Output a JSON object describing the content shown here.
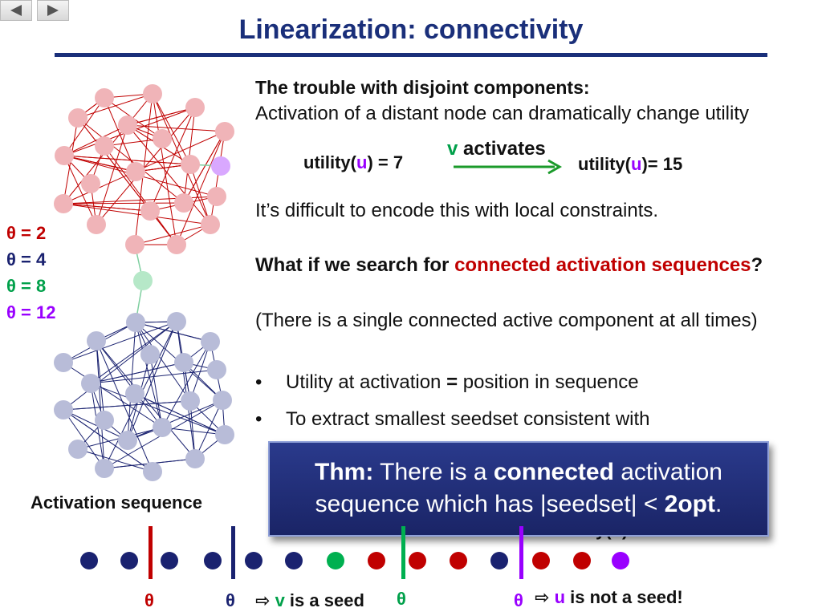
{
  "nav": {
    "prev_symbol": "◀",
    "next_symbol": "▶"
  },
  "slide": {
    "title": "Linearization: connectivity",
    "heading": "The trouble with disjoint components:",
    "para1": "Activation of a distant node can dramatically change utility",
    "utility_left_pre": "utility(",
    "utility_left_u": "u",
    "utility_left_post": ") = 7",
    "arrow_v": "v",
    "arrow_label": " activates",
    "utility_right_pre": "utility(",
    "utility_right_u": "u",
    "utility_right_post": ")= 15",
    "para2": "It’s difficult to encode this with local constraints.",
    "question_pre": "What if we search for ",
    "question_highlight": "connected activation sequences",
    "question_post": "?",
    "paren": "(There is a single connected active component at all times)",
    "bullets": [
      {
        "pre": "Utility at activation ",
        "bold": "=",
        "post": " position in sequence"
      },
      {
        "pre": "To extract smallest seedset consistent with",
        "bold": "",
        "post": ""
      }
    ],
    "bullet_char": "•",
    "hidden_fragment": "y(u)"
  },
  "thresholds": [
    {
      "label": "θ = 2",
      "color": "#c00000"
    },
    {
      "label": "θ = 4",
      "color": "#1a2270"
    },
    {
      "label": "θ = 8",
      "color": "#00a04a"
    },
    {
      "label": "θ = 12",
      "color": "#9900ff"
    }
  ],
  "theorem": {
    "label": "Thm:",
    "pre": " There is a ",
    "bold": "connected",
    "mid": " activation",
    "line2_pre": "sequence which has |seedset| < ",
    "line2_bold": "2opt",
    "line2_post": "."
  },
  "sequence": {
    "label": "Activation sequence",
    "dot_colors": [
      "#1a2270",
      "#1a2270",
      "#1a2270",
      "#1a2270",
      "#1a2270",
      "#1a2270",
      "#00b050",
      "#c00000",
      "#c00000",
      "#c00000",
      "#1a2270",
      "#c00000",
      "#c00000",
      "#9900ff"
    ],
    "bar_colors": [
      "#c00000",
      "#1a2270",
      "#00b050",
      "#9900ff"
    ],
    "theta_symbol": "θ",
    "seed_arrow": "⇨",
    "seed_v": "v",
    "seed_text": " is a seed",
    "notseed_u": "u",
    "notseed_text": " is not a seed!"
  },
  "colors": {
    "title": "#1a2f7a",
    "red_node": "#f0b4b8",
    "red_edge": "#c00000",
    "blue_node": "#b8bcd8",
    "blue_edge": "#1a2270",
    "bridge_node": "#b6e8c8",
    "purple_node": "#d9a8ff"
  }
}
